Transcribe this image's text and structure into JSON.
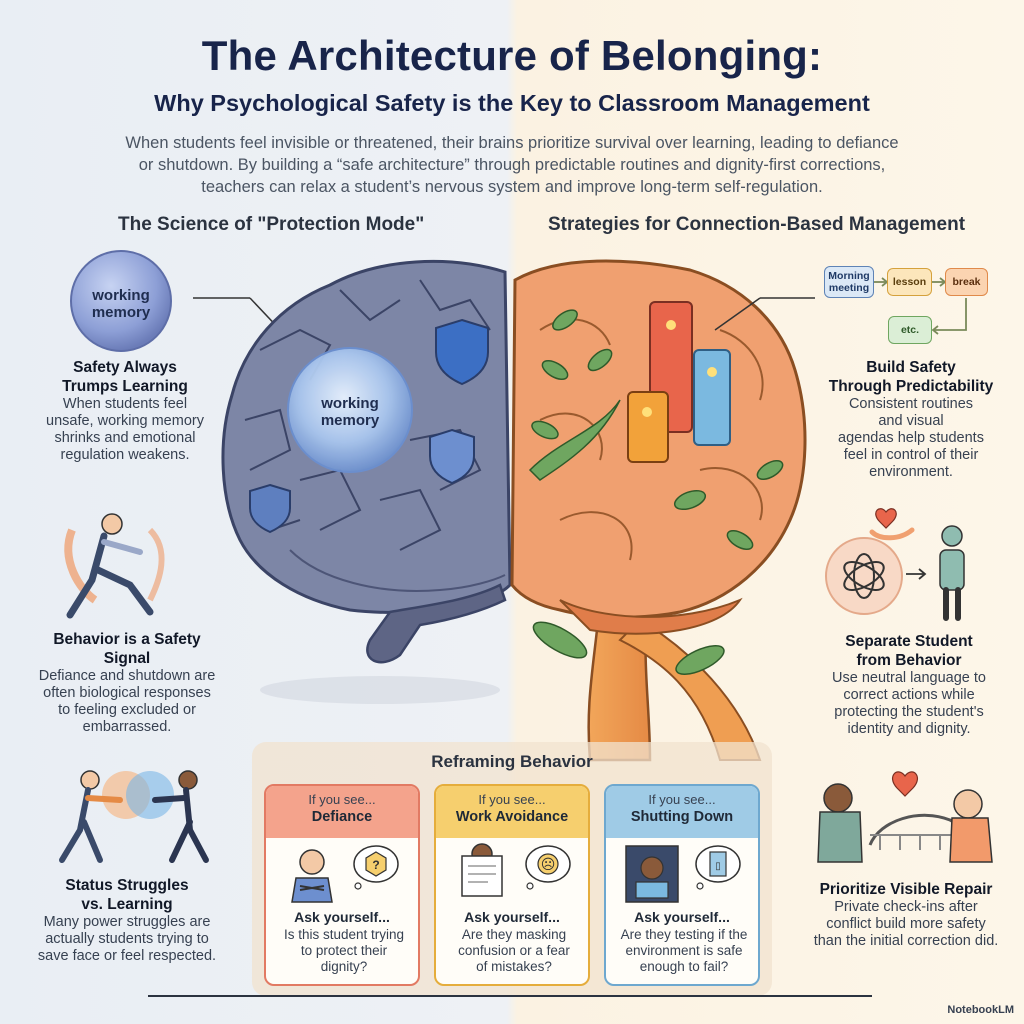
{
  "header": {
    "title": "The Architecture of Belonging:",
    "subtitle": "Why Psychological Safety is the Key to Classroom Management",
    "intro_lines": [
      "When students feel invisible or threatened, their brains prioritize survival over learning, leading to defiance",
      "or shutdown. By building a “safe architecture” through predictable routines and dignity-first corrections,",
      "teachers can relax a student’s nervous system and improve long-term self-regulation."
    ]
  },
  "left": {
    "heading": "The Science of \"Protection Mode\"",
    "orb_label_1": "working",
    "orb_label_2": "memory",
    "brain_orb_label_1": "working",
    "brain_orb_label_2": "memory",
    "cards": [
      {
        "title_lines": [
          "Safety Always",
          "Trumps Learning"
        ],
        "body_lines": [
          "When students feel",
          "unsafe, working memory",
          "shrinks and emotional",
          "regulation weakens."
        ]
      },
      {
        "title_lines": [
          "Behavior is a Safety",
          "Signal"
        ],
        "body_lines": [
          "Defiance and shutdown are",
          "often biological responses",
          "to feeling excluded or",
          "embarrassed."
        ]
      },
      {
        "title_lines": [
          "Status Struggles",
          "vs. Learning"
        ],
        "body_lines": [
          "Many power struggles are",
          "actually students trying to",
          "save face or feel respected."
        ]
      }
    ]
  },
  "right": {
    "heading": "Strategies for Connection-Based Management",
    "routine": {
      "morning": "Morning meeting",
      "lesson": "lesson",
      "break": "break",
      "etc": "etc."
    },
    "cards": [
      {
        "title_lines": [
          "Build Safety",
          "Through Predictability"
        ],
        "body_lines": [
          "Consistent routines",
          "and visual",
          "agendas help students",
          "feel in control of their",
          "environment."
        ]
      },
      {
        "title_lines": [
          "Separate Student",
          "from Behavior"
        ],
        "body_lines": [
          "Use neutral language to",
          "correct actions while",
          "protecting the student's",
          "identity and dignity."
        ]
      },
      {
        "title_lines": [
          "Prioritize Visible Repair"
        ],
        "body_lines": [
          "Private check-ins after",
          "conflict build more safety",
          "than the initial correction did."
        ]
      }
    ]
  },
  "reframing": {
    "heading": "Reframing Behavior",
    "columns": [
      {
        "see": "If you see...",
        "behavior": "Defiance",
        "ask": "Ask yourself...",
        "question_lines": [
          "Is this student trying",
          "to protect their",
          "dignity?"
        ],
        "head_color": "#f4a38c",
        "border_color": "#e27a63",
        "bubble_symbol": "?"
      },
      {
        "see": "If you see...",
        "behavior": "Work Avoidance",
        "ask": "Ask yourself...",
        "question_lines": [
          "Are they masking",
          "confusion or a fear",
          "of mistakes?"
        ],
        "head_color": "#f6cf6e",
        "border_color": "#e5ad3c",
        "bubble_symbol": "☹"
      },
      {
        "see": "If you see...",
        "behavior": "Shutting Down",
        "ask": "Ask yourself...",
        "question_lines": [
          "Are they testing if the",
          "environment is safe",
          "enough to fail?"
        ],
        "head_color": "#9fcbe6",
        "border_color": "#6ea8cf",
        "bubble_symbol": "▯"
      }
    ]
  },
  "footer": {
    "logo": "NotebookLM"
  },
  "colors": {
    "title": "#18244a",
    "stone_brain": "#7d86a6",
    "warm_brain": "#f0a070",
    "leaf": "#6fa660"
  }
}
